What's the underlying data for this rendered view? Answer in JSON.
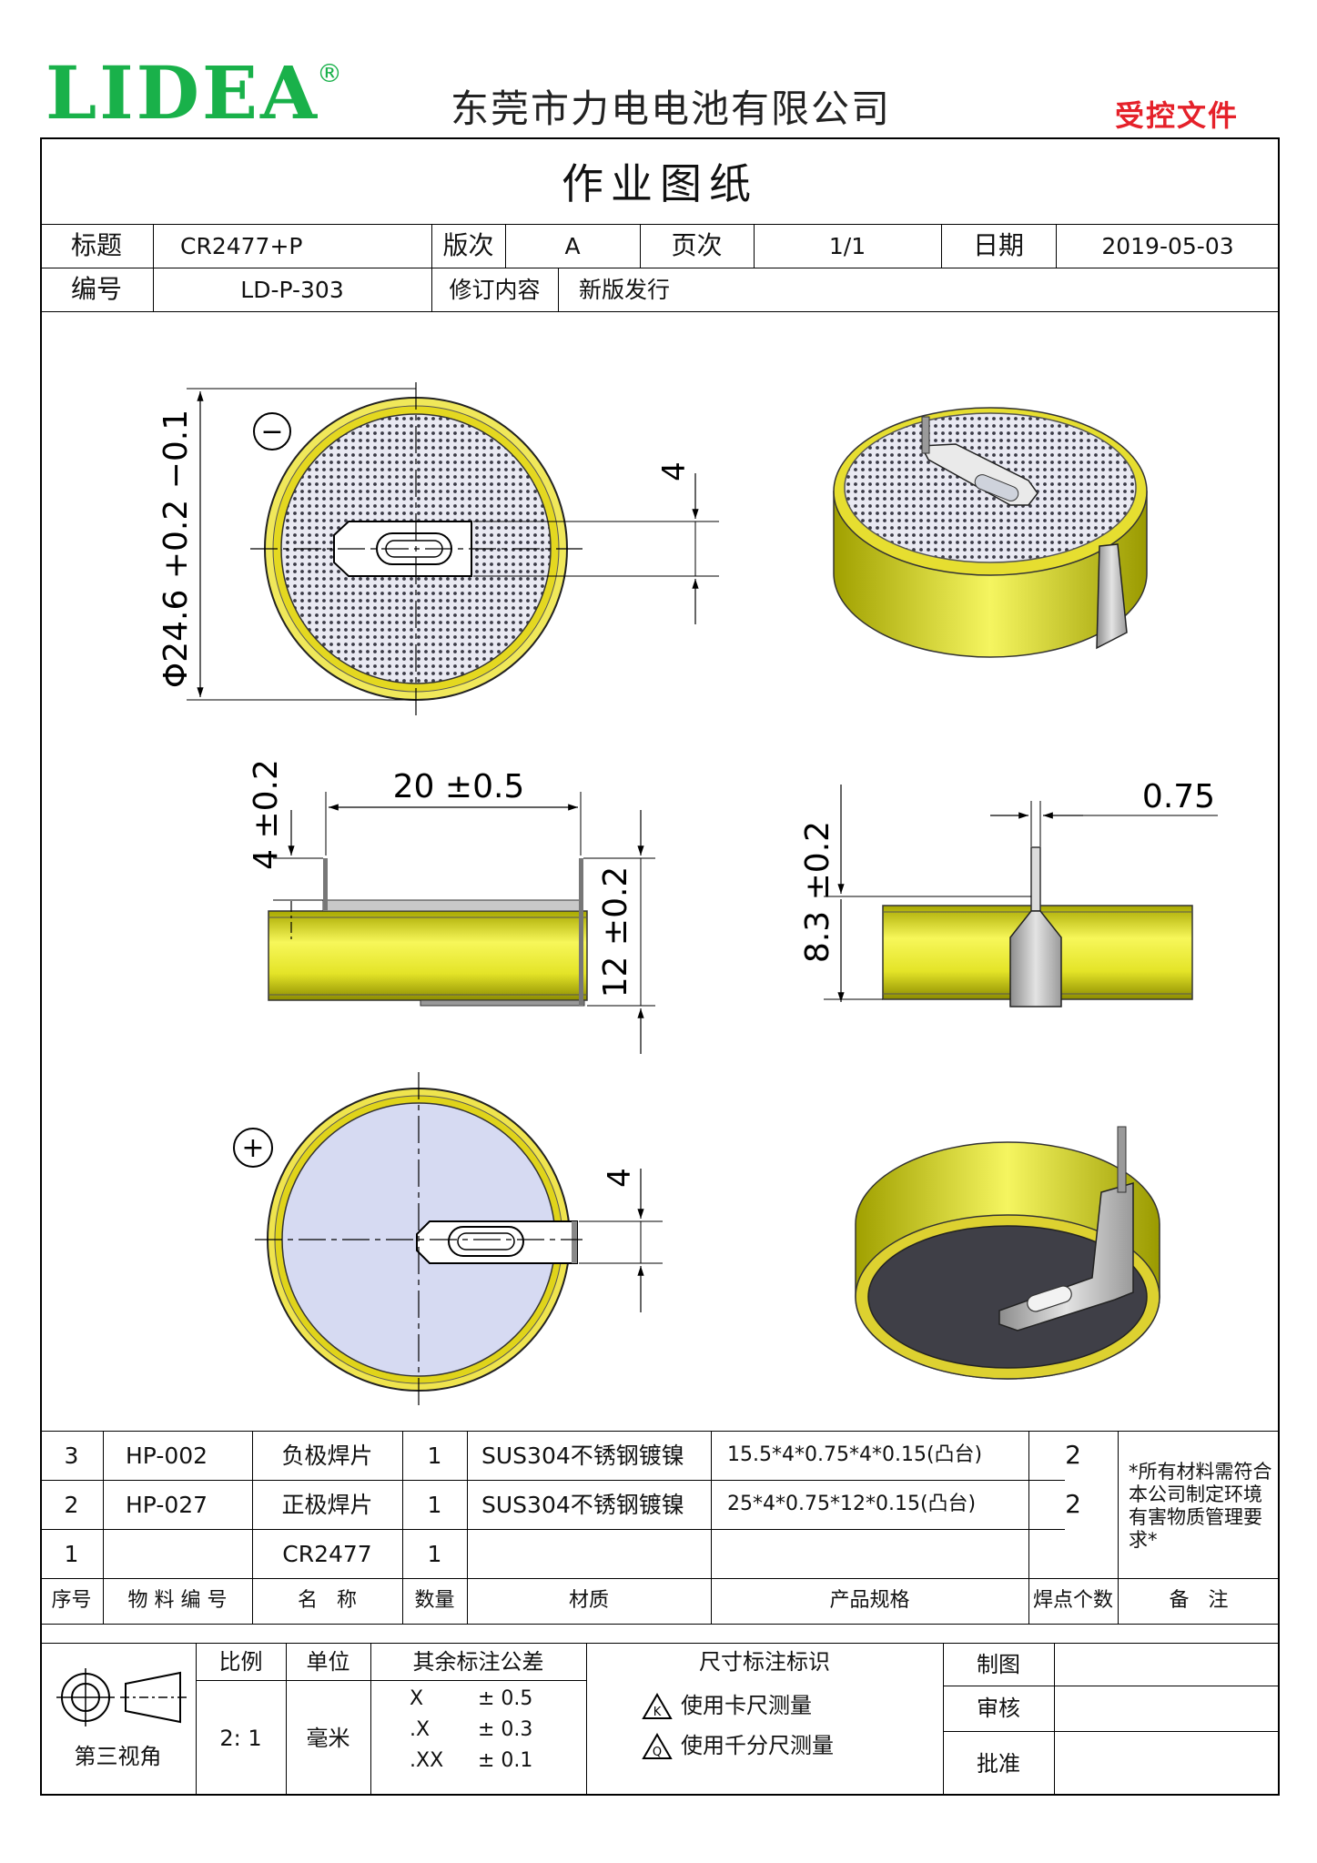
{
  "header": {
    "logo": "LIDEA",
    "registered": "®",
    "company": "东莞市力电电池有限公司",
    "control_stamp": "受控文件"
  },
  "doc_title": "作业图纸",
  "info": {
    "title_label": "标题",
    "title_value": "CR2477+P",
    "version_label": "版次",
    "version_value": "A",
    "page_label": "页次",
    "page_value": "1/1",
    "date_label": "日期",
    "date_value": "2019-05-03",
    "number_label": "编号",
    "number_value": "LD-P-303",
    "revision_label": "修订内容",
    "revision_value": "新版发行"
  },
  "drawing": {
    "neg_symbol": "−",
    "pos_symbol": "+",
    "dim_diameter": "Φ24.6 +0.2 −0.1",
    "dim_tab_width": "4",
    "dim_tab_spacing": "20 ±0.5",
    "dim_pin_height": "4 ±0.2",
    "dim_body_height": "12 ±0.2",
    "dim_tab_thickness": "0.75",
    "dim_height_side": "8.3 ±0.2",
    "dim_tab_width_bottom": "4"
  },
  "bom": {
    "rows": [
      {
        "seq": "3",
        "code": "HP-002",
        "name": "负极焊片",
        "qty": "1",
        "material": "SUS304不锈钢镀镍",
        "spec": "15.5*4*0.75*4*0.15(凸台)",
        "welds": "2"
      },
      {
        "seq": "2",
        "code": "HP-027",
        "name": "正极焊片",
        "qty": "1",
        "material": "SUS304不锈钢镀镍",
        "spec": "25*4*0.75*12*0.15(凸台)",
        "welds": "2"
      },
      {
        "seq": "1",
        "code": "",
        "name": "CR2477",
        "qty": "1",
        "material": "",
        "spec": "",
        "welds": ""
      }
    ],
    "note": "*所有材料需符合本公司制定环境有害物质管理要求*",
    "headers": {
      "seq": "序号",
      "code": "物 料 编 号",
      "name": "名   称",
      "qty": "数量",
      "material": "材质",
      "spec": "产品规格",
      "welds": "焊点个数",
      "remark": "备   注"
    }
  },
  "footer": {
    "projection": "第三视角",
    "scale_label": "比例",
    "scale_value": "2: 1",
    "unit_label": "单位",
    "unit_value": "毫米",
    "tol_label": "其余标注公差",
    "tol": [
      {
        "k": "X",
        "v": "± 0.5"
      },
      {
        "k": ".X",
        "v": "± 0.3"
      },
      {
        "k": ".XX",
        "v": "± 0.1"
      }
    ],
    "marks_label": "尺寸标注标识",
    "mark_k_symbol": "K",
    "mark_k": "使用卡尺测量",
    "mark_q_symbol": "Q",
    "mark_q": "使用千分尺测量",
    "drawn": "制图",
    "checked": "审核",
    "approved": "批准"
  }
}
